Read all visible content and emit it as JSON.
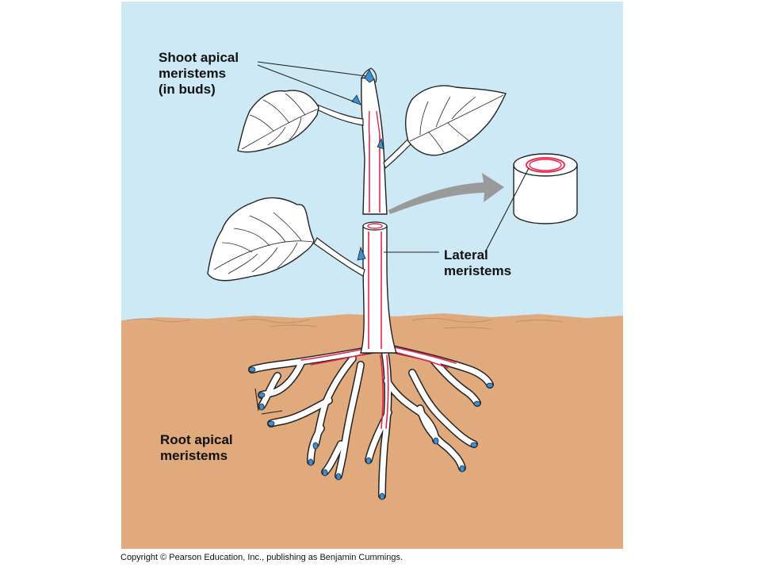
{
  "labels": {
    "shoot_apical": [
      "Shoot apical",
      "meristems",
      "(in buds)"
    ],
    "lateral": [
      "Lateral",
      "meristems"
    ],
    "root_apical": [
      "Root apical",
      "meristems"
    ]
  },
  "copyright": "Copyright © Pearson Education, Inc., publishing as Benjamin Cummings.",
  "colors": {
    "sky": "#cde9f5",
    "soil": "#e0aa7c",
    "meristem_tissue": "#e8234a",
    "apical_tip": "#3b8fd6",
    "arrow": "#9a9a9a",
    "plant": "#ffffff",
    "outline": "#222222"
  },
  "icons": [
    "plant-stem",
    "leaf",
    "root-system",
    "cylinder-cross-section",
    "curved-arrow"
  ]
}
